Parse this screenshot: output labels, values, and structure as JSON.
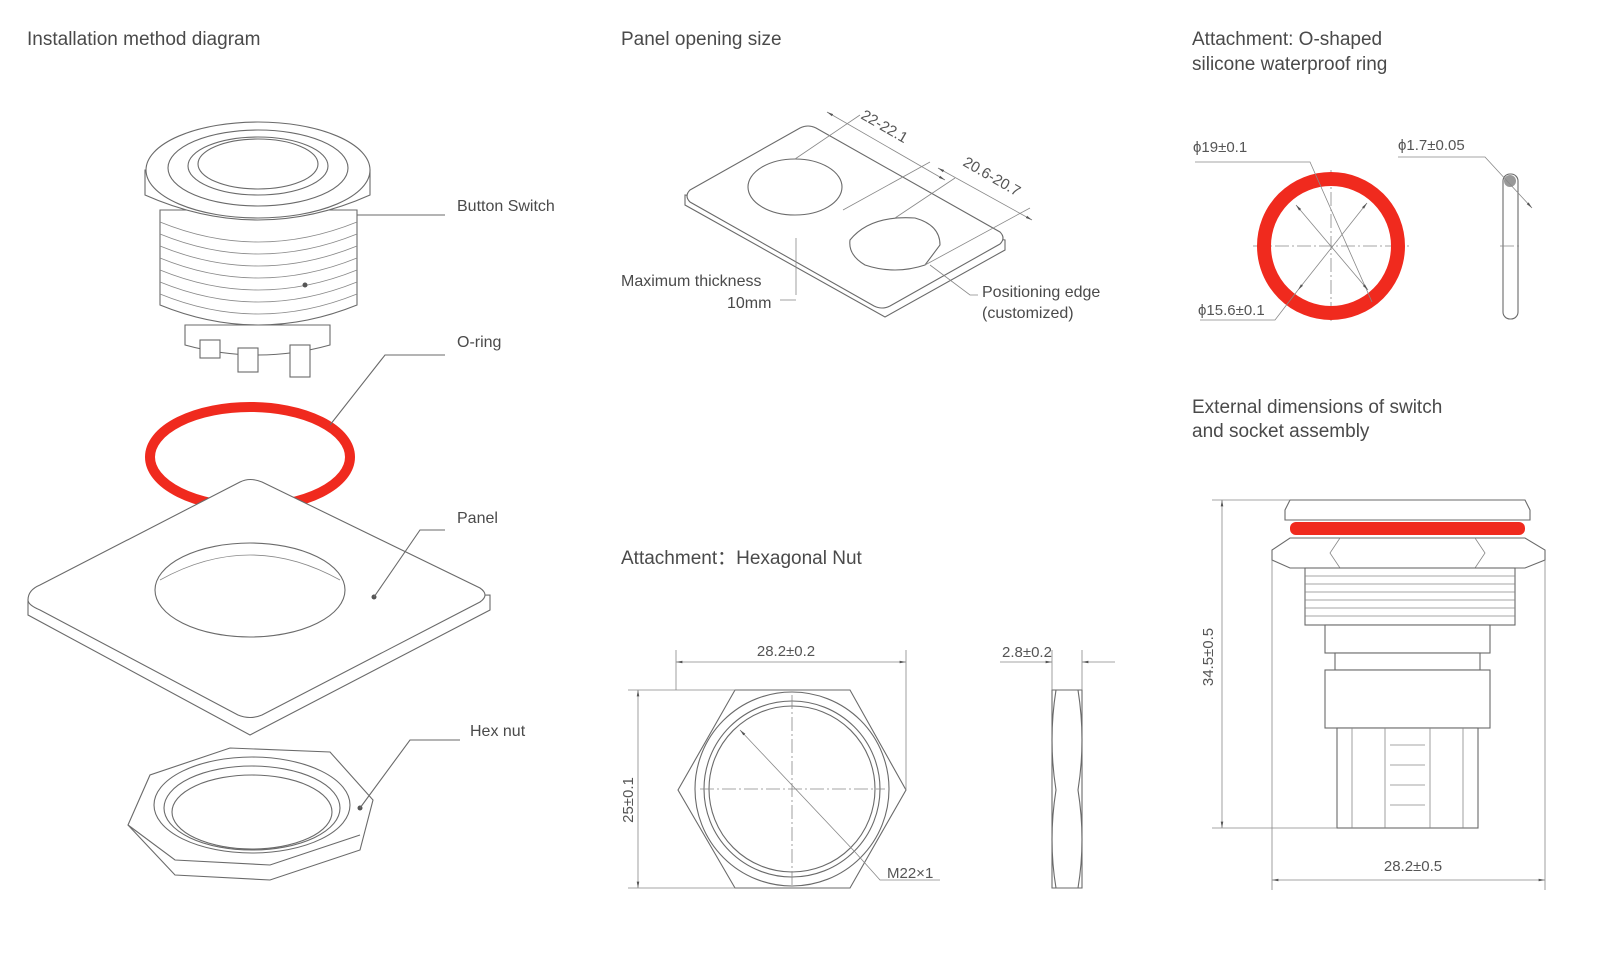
{
  "sections": {
    "installation": {
      "title": "Installation method diagram",
      "labels": {
        "button_switch": "Button Switch",
        "o_ring": "O-ring",
        "panel": "Panel",
        "hex_nut": "Hex nut"
      }
    },
    "panel_opening": {
      "title": "Panel opening size",
      "dim_hole": "22-22.1",
      "dim_flat": "20.6-20.7",
      "thickness_line1": "Maximum thickness",
      "thickness_line2": "10mm",
      "positioning_line1": "Positioning edge",
      "positioning_line2": "(customized)"
    },
    "o_ring_attachment": {
      "title_line1": "Attachment: O-shaped",
      "title_line2": "silicone waterproof ring",
      "outer_diameter": "ϕ19±0.1",
      "inner_diameter": "ϕ15.6±0.1",
      "cord_diameter": "ϕ1.7±0.05"
    },
    "hex_nut_attachment": {
      "title": "Attachment：Hexagonal Nut",
      "width": "28.2±0.2",
      "height": "25±0.1",
      "thread": "M22×1",
      "thickness": "2.8±0.2"
    },
    "external_dimensions": {
      "title_line1": "External dimensions of switch",
      "title_line2": "and socket assembly",
      "height": "34.5±0.5",
      "width": "28.2±0.5"
    }
  },
  "colors": {
    "o_ring": "#f02a1e",
    "line": "#6a6a6a",
    "text": "#4a4a4a"
  }
}
